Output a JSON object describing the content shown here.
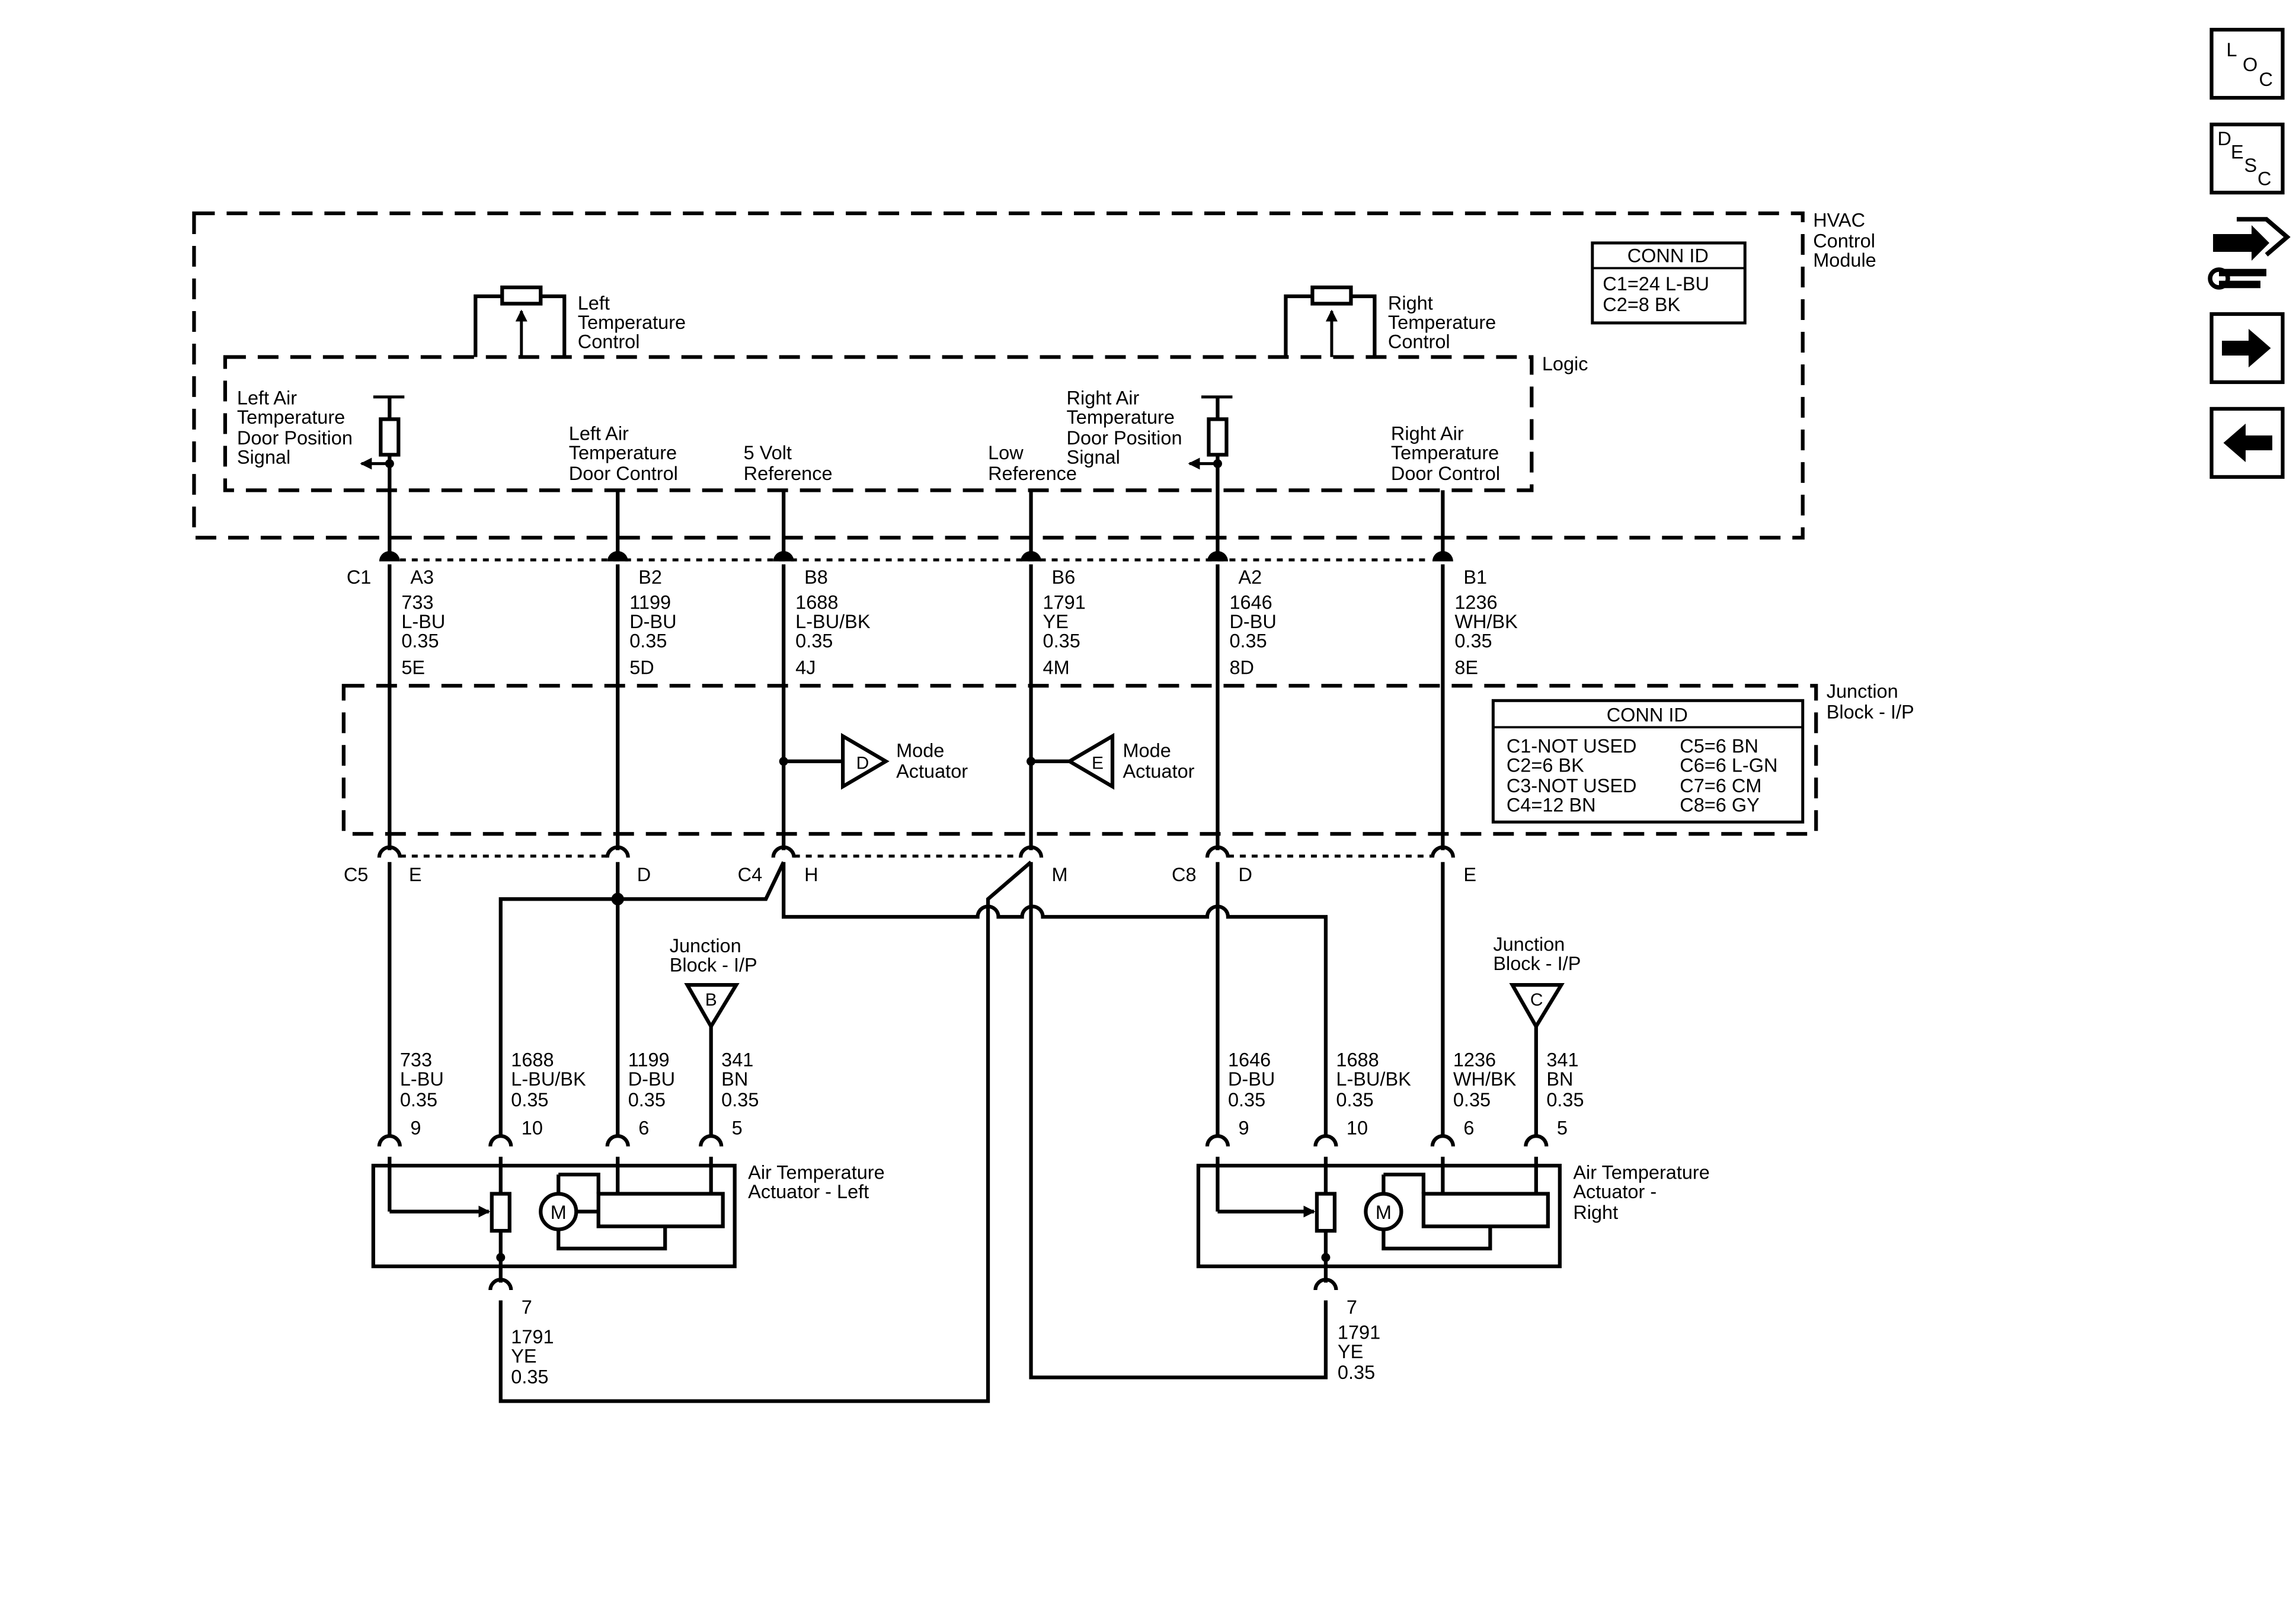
{
  "nav": {
    "loc": [
      "L",
      "O",
      "C"
    ],
    "desc": [
      "D",
      "E",
      "S",
      "C"
    ]
  },
  "hvac": {
    "name": [
      "HVAC",
      "Control",
      "Module"
    ],
    "logic": "Logic",
    "left_temp_control": [
      "Left",
      "Temperature",
      "Control"
    ],
    "right_temp_control": [
      "Right",
      "Temperature",
      "Control"
    ],
    "conn_id_title": "CONN ID",
    "conn_ids": [
      "C1=24 L-BU",
      "C2=8 BK"
    ],
    "signals": {
      "left_pos": [
        "Left Air",
        "Temperature",
        "Door Position",
        "Signal"
      ],
      "left_ctrl": [
        "Left Air",
        "Temperature",
        "Door Control"
      ],
      "five_volt": [
        "5 Volt",
        "Reference"
      ],
      "low_ref": [
        "Low",
        "Reference"
      ],
      "right_pos": [
        "Right Air",
        "Temperature",
        "Door Position",
        "Signal"
      ],
      "right_ctrl": [
        "Right Air",
        "Temperature",
        "Door Control"
      ]
    }
  },
  "c1": {
    "label": "C1",
    "wires": [
      {
        "pin": "A3",
        "circuit": "733",
        "color": "L-BU",
        "gauge": "0.35",
        "jb_pin": "5E"
      },
      {
        "pin": "B2",
        "circuit": "1199",
        "color": "D-BU",
        "gauge": "0.35",
        "jb_pin": "5D"
      },
      {
        "pin": "B8",
        "circuit": "1688",
        "color": "L-BU/BK",
        "gauge": "0.35",
        "jb_pin": "4J"
      },
      {
        "pin": "B6",
        "circuit": "1791",
        "color": "YE",
        "gauge": "0.35",
        "jb_pin": "4M"
      },
      {
        "pin": "A2",
        "circuit": "1646",
        "color": "D-BU",
        "gauge": "0.35",
        "jb_pin": "8D"
      },
      {
        "pin": "B1",
        "circuit": "1236",
        "color": "WH/BK",
        "gauge": "0.35",
        "jb_pin": "8E"
      }
    ]
  },
  "junction": {
    "name": [
      "Junction",
      "Block - I/P"
    ],
    "conn_id_title": "CONN ID",
    "conn_ids_left": [
      "C1-NOT USED",
      "C2=6 BK",
      "C3-NOT USED",
      "C4=12 BN"
    ],
    "conn_ids_right": [
      "C5=6 BN",
      "C6=6 L-GN",
      "C7=6 CM",
      "C8=6 GY"
    ],
    "mode_d": {
      "letter": "D",
      "label": [
        "Mode",
        "Actuator"
      ]
    },
    "mode_e": {
      "letter": "E",
      "label": [
        "Mode",
        "Actuator"
      ]
    },
    "lower": {
      "c5": "C5",
      "c5_pin": "E",
      "d1": "D",
      "c4": "C4",
      "c4_pin": "H",
      "m": "M",
      "c8": "C8",
      "c8_pin": "D",
      "e2": "E"
    },
    "ref_b": {
      "name": [
        "Junction",
        "Block - I/P"
      ],
      "letter": "B"
    },
    "ref_c": {
      "name": [
        "Junction",
        "Block - I/P"
      ],
      "letter": "C"
    }
  },
  "left_actuator": {
    "name": [
      "Air Temperature",
      "Actuator - Left"
    ],
    "motor": "M",
    "wires": [
      {
        "circuit": "733",
        "color": "L-BU",
        "gauge": "0.35",
        "pin": "9"
      },
      {
        "circuit": "1688",
        "color": "L-BU/BK",
        "gauge": "0.35",
        "pin": "10"
      },
      {
        "circuit": "1199",
        "color": "D-BU",
        "gauge": "0.35",
        "pin": "6"
      },
      {
        "circuit": "341",
        "color": "BN",
        "gauge": "0.35",
        "pin": "5"
      }
    ],
    "bottom": {
      "pin": "7",
      "circuit": "1791",
      "color": "YE",
      "gauge": "0.35"
    }
  },
  "right_actuator": {
    "name": [
      "Air Temperature",
      "Actuator -",
      "Right"
    ],
    "motor": "M",
    "wires": [
      {
        "circuit": "1646",
        "color": "D-BU",
        "gauge": "0.35",
        "pin": "9"
      },
      {
        "circuit": "1688",
        "color": "L-BU/BK",
        "gauge": "0.35",
        "pin": "10"
      },
      {
        "circuit": "1236",
        "color": "WH/BK",
        "gauge": "0.35",
        "pin": "6"
      },
      {
        "circuit": "341",
        "color": "BN",
        "gauge": "0.35",
        "pin": "5"
      }
    ],
    "bottom": {
      "pin": "7",
      "circuit": "1791",
      "color": "YE",
      "gauge": "0.35"
    }
  }
}
